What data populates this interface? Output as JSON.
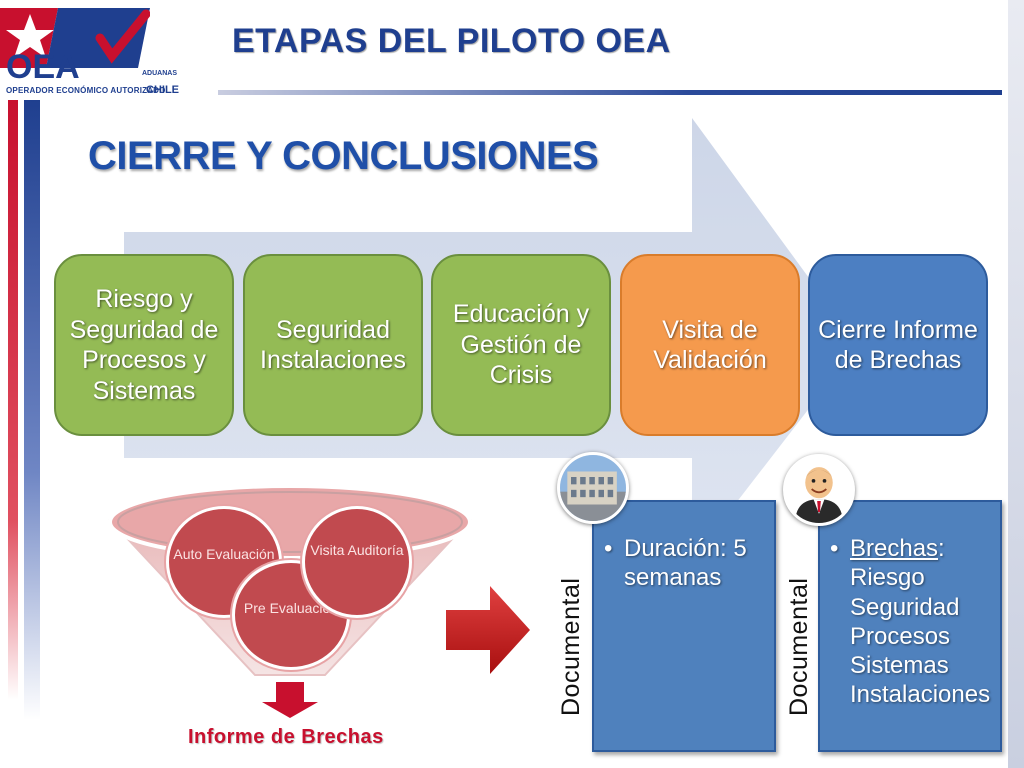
{
  "header": {
    "logo_text": "OPERADOR ECONÓMICO AUTORIZADO",
    "logo_aduanas": "ADUANAS",
    "logo_chile": "CHILE",
    "logo_letters": "OEA",
    "title": "ETAPAS DEL PILOTO OEA"
  },
  "section_title": "CIERRE Y CONCLUSIONES",
  "steps": [
    {
      "label": "Riesgo y Seguridad de Procesos y Sistemas",
      "color": "#94bb55"
    },
    {
      "label": "Seguridad Instalaciones",
      "color": "#94bb55"
    },
    {
      "label": "Educación y Gestión de Crisis",
      "color": "#94bb55"
    },
    {
      "label": "Visita de Validación",
      "color": "#f59a4d"
    },
    {
      "label": "Cierre Informe de Brechas",
      "color": "#4c7fc2"
    }
  ],
  "funnel": {
    "circles": {
      "auto": "Auto Evaluación",
      "visita": "Visita Auditoría",
      "pre": "Pre Evaluación"
    },
    "output_label": "Informe de Brechas"
  },
  "panels": [
    {
      "vertical_label": "Documental",
      "items": [
        "Duración: 5 semanas"
      ],
      "thumb_icon": "building-photo-icon"
    },
    {
      "vertical_label": "Documental",
      "heading": "Brechas",
      "items_rest": ": Riesgo Seguridad Procesos Sistemas Instalaciones",
      "thumb_icon": "cartoon-person-icon"
    }
  ],
  "colors": {
    "brand_blue": "#1f3f8f",
    "brand_red": "#c8102e",
    "green": "#94bb55",
    "orange": "#f59a4d",
    "blue_box": "#4c7fc2",
    "panel_blue": "#4f81bd"
  }
}
